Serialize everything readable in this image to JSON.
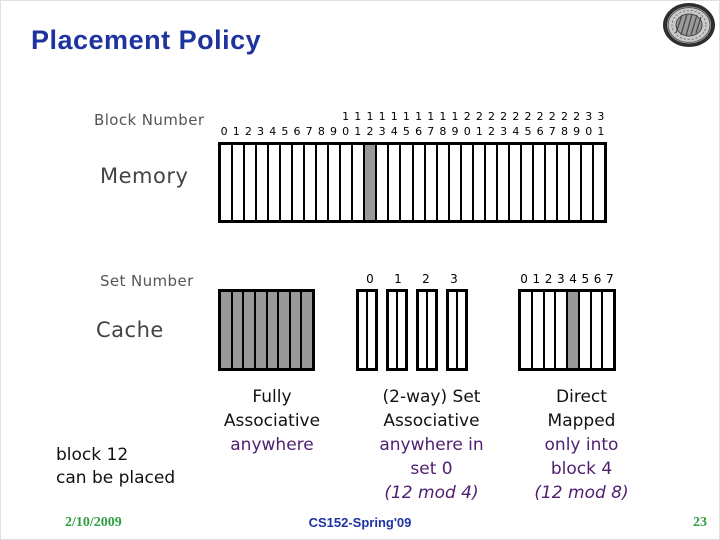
{
  "slide": {
    "title": "Placement Policy",
    "footer": {
      "date": "2/10/2009",
      "course": "CS152-Spring'09",
      "page_number": "23"
    }
  },
  "labels": {
    "block_number": "Block Number",
    "memory": "Memory",
    "set_number": "Set Number",
    "cache": "Cache"
  },
  "memory": {
    "block_numbers": [
      0,
      1,
      2,
      3,
      4,
      5,
      6,
      7,
      8,
      9,
      10,
      11,
      12,
      13,
      14,
      15,
      16,
      17,
      18,
      19,
      20,
      21,
      22,
      23,
      24,
      25,
      26,
      27,
      28,
      29,
      30,
      31
    ],
    "highlighted_block": 12
  },
  "caches": {
    "fully_associative": {
      "num_blocks": 8,
      "all_highlighted": true
    },
    "set_associative": {
      "ways": 2,
      "set_labels": [
        "0",
        "1",
        "2",
        "3"
      ],
      "highlighted_set": 0
    },
    "direct_mapped": {
      "block_labels": [
        "0",
        "1",
        "2",
        "3",
        "4",
        "5",
        "6",
        "7"
      ],
      "highlighted_block": 4
    }
  },
  "annotations": {
    "left": "block 12\ncan be placed",
    "columns": [
      {
        "heading": "Fully\nAssociative",
        "detail": "anywhere",
        "note": ""
      },
      {
        "heading": "(2-way) Set\nAssociative",
        "detail": "anywhere in\nset 0",
        "note": "(12 mod 4)"
      },
      {
        "heading": "Direct\nMapped",
        "detail": "only into\nblock 4",
        "note": "(12 mod 8)"
      }
    ]
  },
  "colors": {
    "title_blue": "#1e339e",
    "annotation_purple": "#4f2170",
    "footer_green": "#2f9e41",
    "highlight_gray": "#999999",
    "label_gray": "#555555"
  }
}
